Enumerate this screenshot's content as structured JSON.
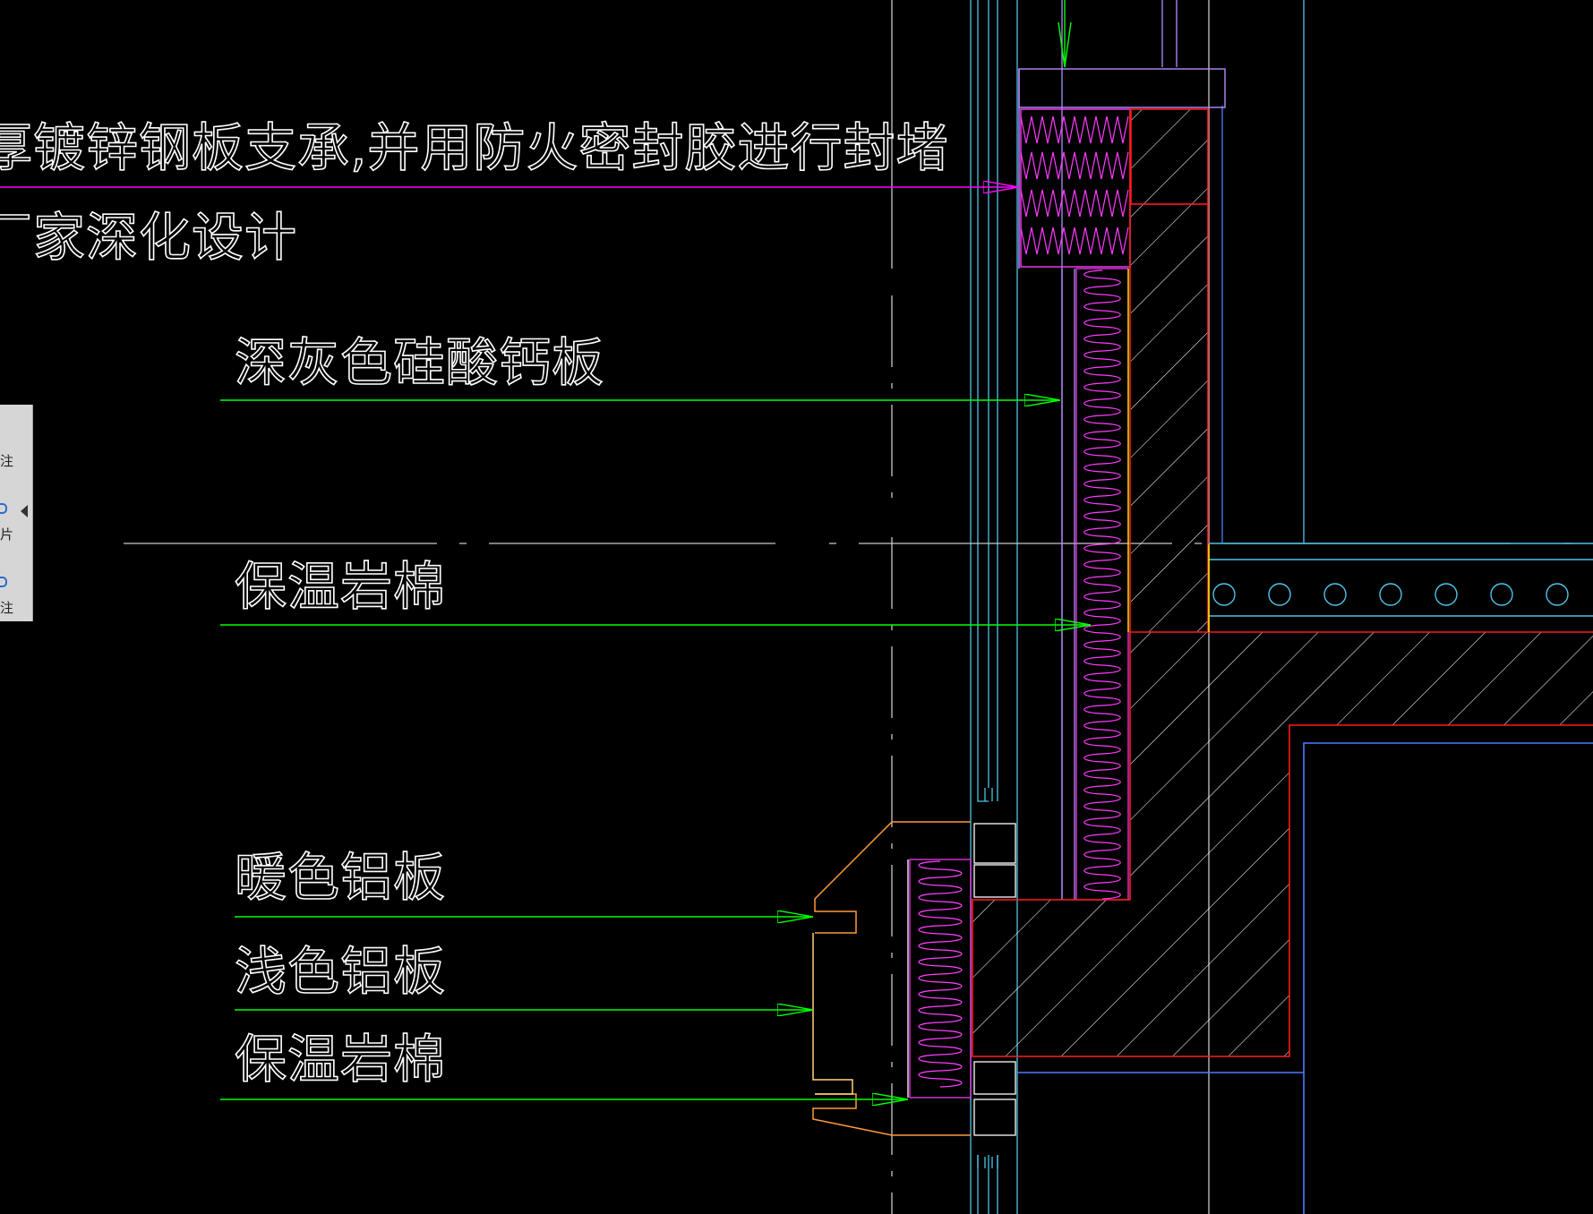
{
  "labels": {
    "top_line1": "厚镀锌钢板支承,并用防火密封胶进行封堵",
    "top_line2": "厂家深化设计",
    "calcium_silicate_board": "深灰色硅酸钙板",
    "rock_wool_upper": "保温岩棉",
    "warm_aluminum_panel": "暖色铝板",
    "light_aluminum_panel": "浅色铝板",
    "rock_wool_lower": "保温岩棉"
  },
  "side_panel": {
    "item1": "注",
    "item2": "片",
    "item3": "注"
  },
  "colors": {
    "background": "#000000",
    "text": "#ffffff",
    "leader_green": "#00ff00",
    "leader_magenta": "#ff00ff",
    "insulation": "#ff3cff",
    "structure_red": "#ff1a1a",
    "glazing_cyan": "#4fc3e8",
    "frame_blue": "#4a7dff",
    "aluminum_orange": "#ff9a3c",
    "aluminum_yellow": "#ffd27a",
    "guide_lines": "#c8c8c8",
    "fireproof_yellow": "#ffff00"
  }
}
